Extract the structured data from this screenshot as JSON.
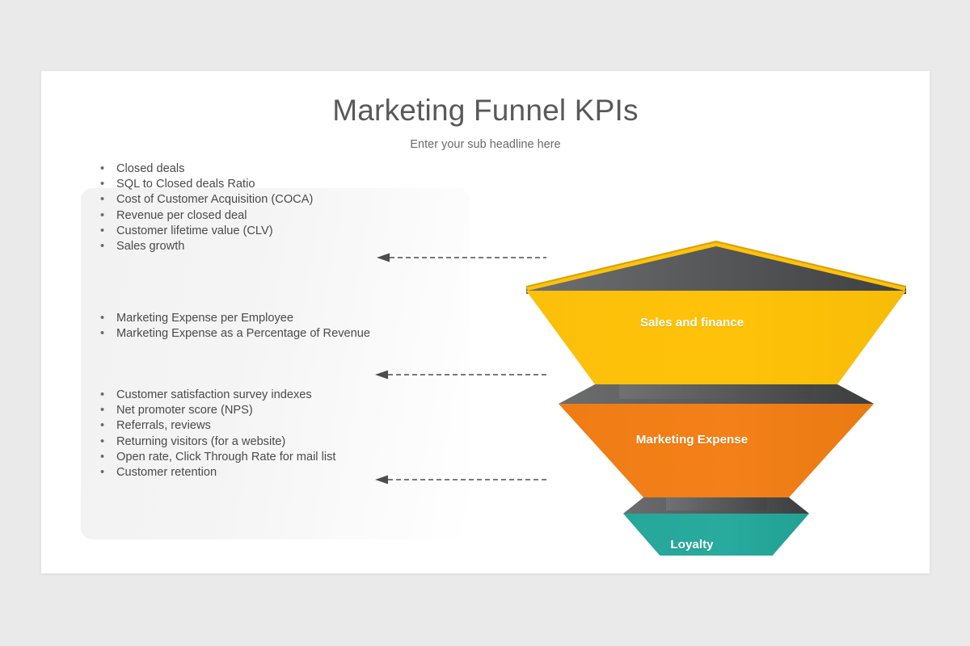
{
  "slide": {
    "title": "Marketing Funnel KPIs",
    "subtitle": "Enter your sub headline here",
    "background_color": "#ffffff",
    "canvas_color": "#eaeaea"
  },
  "kpi_panel": {
    "groups": [
      {
        "for_stage": "Sales and finance",
        "items": [
          "Closed deals",
          "SQL to Closed deals Ratio",
          "Cost of Customer Acquisition (COCA)",
          "Revenue per closed deal",
          "Customer lifetime value (CLV)",
          "Sales growth"
        ]
      },
      {
        "for_stage": "Marketing Expense",
        "items": [
          "Marketing Expense per Employee",
          "Marketing Expense as a Percentage of Revenue"
        ]
      },
      {
        "for_stage": "Loyalty",
        "items": [
          "Customer satisfaction survey indexes",
          "Net promoter score (NPS)",
          "Referrals, reviews",
          "Returning visitors (for a website)",
          "Open rate, Click Through Rate for mail list",
          "Customer retention"
        ]
      }
    ],
    "bullet_glyph": "•"
  },
  "funnel": {
    "stages": [
      {
        "label": "Sales and finance",
        "color": "#ffc20a"
      },
      {
        "label": "Marketing Expense",
        "color": "#f07f18"
      },
      {
        "label": "Loyalty",
        "color": "#26a69a"
      }
    ],
    "shadow_color": "#58595b",
    "label_color": "#ffffff"
  },
  "connectors": [
    {
      "target_stage": "Sales and finance",
      "direction": "left",
      "style": "dashed"
    },
    {
      "target_stage": "Marketing Expense",
      "direction": "left",
      "style": "dashed"
    },
    {
      "target_stage": "Loyalty",
      "direction": "left",
      "style": "dashed"
    }
  ]
}
